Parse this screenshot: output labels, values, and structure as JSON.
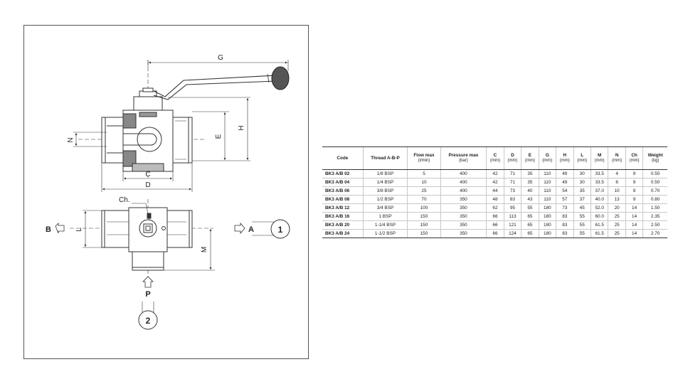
{
  "drawing": {
    "dim_labels": {
      "G": "G",
      "H": "H",
      "E": "E",
      "N": "N",
      "C": "C",
      "D": "D",
      "Ch": "Ch.",
      "L": "L",
      "M": "M"
    },
    "ports": {
      "A": "A",
      "B": "B",
      "P": "P",
      "one": "1",
      "two": "2"
    }
  },
  "table": {
    "headers": [
      {
        "label": "Code",
        "unit": ""
      },
      {
        "label": "Thread A-B-P",
        "unit": ""
      },
      {
        "label": "Flow max",
        "unit": "(l/min)"
      },
      {
        "label": "Pressure max",
        "unit": "(bar)"
      },
      {
        "label": "C",
        "unit": "(mm)"
      },
      {
        "label": "D",
        "unit": "(mm)"
      },
      {
        "label": "E",
        "unit": "(mm)"
      },
      {
        "label": "G",
        "unit": "(mm)"
      },
      {
        "label": "H",
        "unit": "(mm)"
      },
      {
        "label": "L",
        "unit": "(mm)"
      },
      {
        "label": "M",
        "unit": "(mm)"
      },
      {
        "label": "N",
        "unit": "(mm)"
      },
      {
        "label": "Ch",
        "unit": "(mm)"
      },
      {
        "label": "Weight",
        "unit": "(kg)"
      }
    ],
    "rows": [
      [
        "BK3 A/B 02",
        "1/8 BSP",
        "5",
        "400",
        "42",
        "71",
        "35",
        "110",
        "49",
        "30",
        "33.5",
        "4",
        "9",
        "0.50"
      ],
      [
        "BK3 A/B 04",
        "1/4 BSP",
        "10",
        "400",
        "42",
        "71",
        "35",
        "110",
        "49",
        "30",
        "33.5",
        "6",
        "9",
        "0.50"
      ],
      [
        "BK3 A/B 06",
        "3/8 BSP",
        "25",
        "400",
        "44",
        "73",
        "40",
        "110",
        "54",
        "35",
        "37.0",
        "10",
        "9",
        "0.70"
      ],
      [
        "BK3 A/B 08",
        "1/2 BSP",
        "70",
        "350",
        "48",
        "83",
        "43",
        "110",
        "57",
        "37",
        "40.0",
        "13",
        "9",
        "0.80"
      ],
      [
        "BK3 A/B 12",
        "3/4 BSP",
        "100",
        "350",
        "62",
        "95",
        "55",
        "180",
        "73",
        "45",
        "52.0",
        "20",
        "14",
        "1.50"
      ],
      [
        "BK3 A/B 16",
        "1 BSP",
        "150",
        "350",
        "66",
        "113",
        "65",
        "180",
        "83",
        "55",
        "60.0",
        "25",
        "14",
        "2.35"
      ],
      [
        "BK3 A/B 20",
        "1-1/4 BSP",
        "150",
        "350",
        "66",
        "121",
        "65",
        "180",
        "83",
        "55",
        "61.5",
        "25",
        "14",
        "2.50"
      ],
      [
        "BK3 A/B 24",
        "1-1/2 BSP",
        "150",
        "350",
        "66",
        "124",
        "65",
        "180",
        "83",
        "55",
        "61.5",
        "25",
        "14",
        "2.70"
      ]
    ]
  }
}
